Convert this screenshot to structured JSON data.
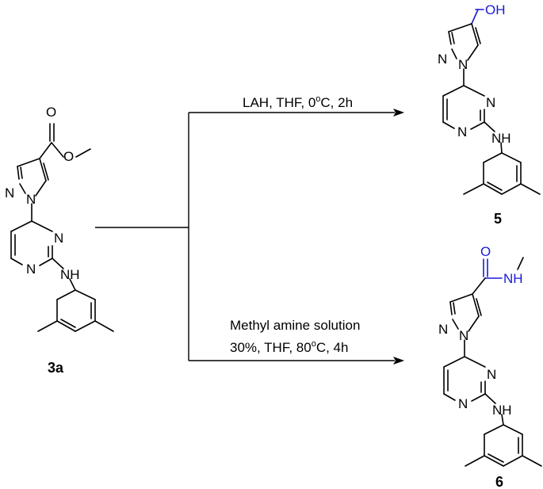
{
  "compounds": {
    "start": {
      "id": "3a"
    },
    "product_top": {
      "id": "5"
    },
    "product_bottom": {
      "id": "6"
    }
  },
  "atoms": {
    "N": "N",
    "NH": "NH",
    "O": "O",
    "OH": "OH"
  },
  "conditions": {
    "top": "LAH, THF, 0",
    "top_sup": "o",
    "top_tail": "C, 2h",
    "bottom_line1": "Methyl amine solution",
    "bottom_line2": "30%, THF, 80",
    "bottom_sup": "o",
    "bottom_tail": "C, 4h"
  },
  "colors": {
    "ink": "#000000",
    "highlight": "#1a1ad6"
  }
}
